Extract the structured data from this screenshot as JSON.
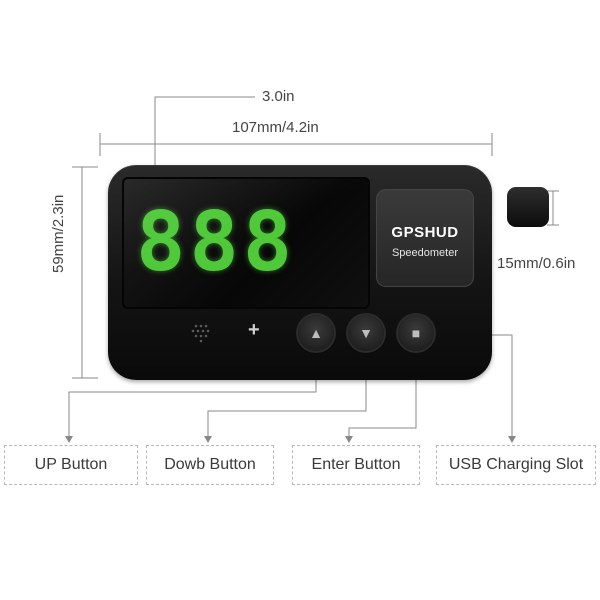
{
  "dimensions": {
    "screen_width_label": "3.0in",
    "width_label": "107mm/4.2in",
    "height_label": "59mm/2.3in",
    "depth_label": "15mm/0.6in"
  },
  "device": {
    "display_digits": "888",
    "brand_title": "GPSHUD",
    "brand_subtitle": "Speedometer",
    "digit_color": "#4fc93a",
    "buttons": [
      {
        "icon": "up-triangle-icon"
      },
      {
        "icon": "down-triangle-icon"
      },
      {
        "icon": "square-icon"
      }
    ]
  },
  "callouts": {
    "up": "UP Button",
    "down": "Dowb Button",
    "enter": "Enter Button",
    "usb": "USB Charging Slot"
  }
}
